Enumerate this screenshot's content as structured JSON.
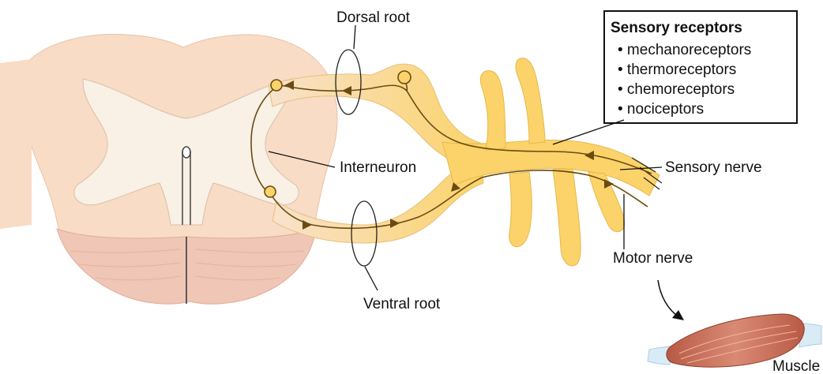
{
  "labels": {
    "dorsal_root": "Dorsal root",
    "ventral_root": "Ventral root",
    "interneuron": "Interneuron",
    "sensory_nerve": "Sensory nerve",
    "motor_nerve": "Motor nerve",
    "muscle": "Muscle"
  },
  "receptor_box": {
    "title": "Sensory receptors",
    "items": [
      "• mechanoreceptors",
      "• thermoreceptors",
      "• chemoreceptors",
      "• nociceptors"
    ]
  },
  "colors": {
    "white_matter": "#f8dcc6",
    "gray_matter": "#f9f0e6",
    "ventral_muscle": "#f0c6b6",
    "nerve_fill": "#fbd36a",
    "nerve_light": "#fdeec0",
    "neuron_line": "#6a4b10",
    "muscle_fill": "#c96a55",
    "tendon": "#a9cfe3"
  }
}
